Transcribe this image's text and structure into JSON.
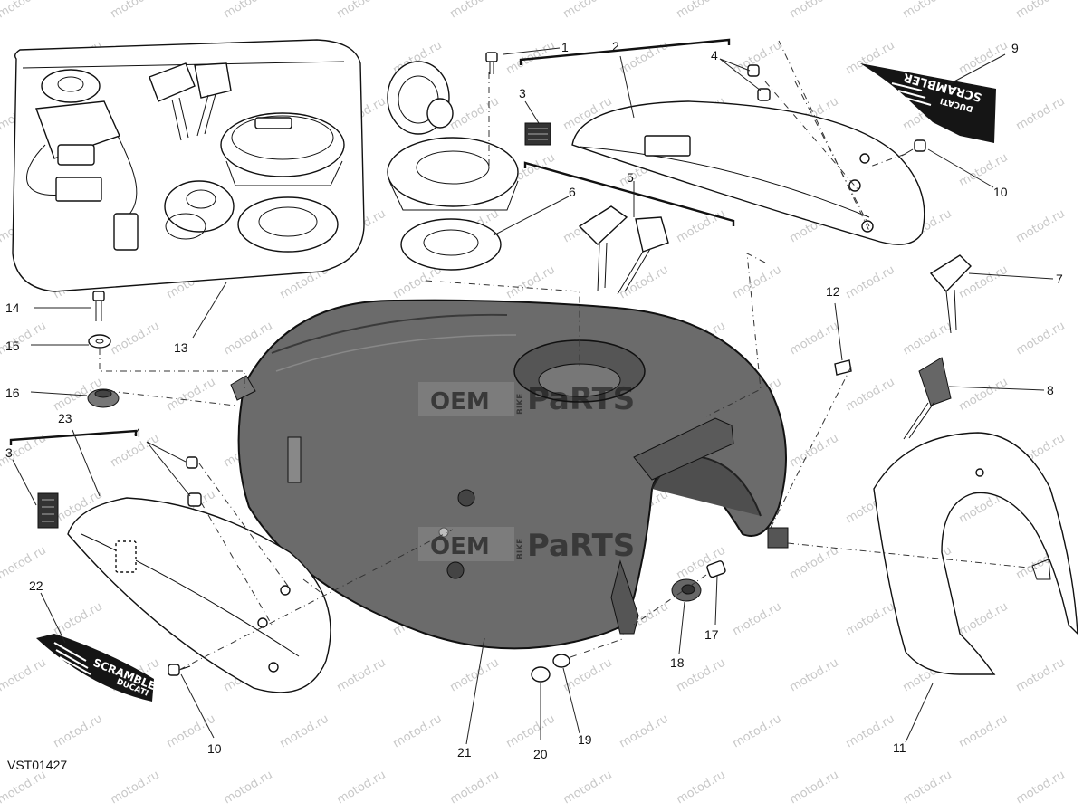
{
  "drawing_code": "VST01427",
  "watermark": {
    "text": "motod.ru",
    "stamp_left": "OEM",
    "stamp_vertical": "BIKE",
    "stamp_right": "PaRTS"
  },
  "decal_text": {
    "model": "SCRAMBLER",
    "brand": "DUCATI"
  },
  "callouts": {
    "c1": "1",
    "c2": "2",
    "c3a": "3",
    "c3b": "3",
    "c4a": "4",
    "c4b": "4",
    "c5": "5",
    "c6": "6",
    "c7": "7",
    "c8": "8",
    "c9": "9",
    "c10a": "10",
    "c10b": "10",
    "c11": "11",
    "c12": "12",
    "c13": "13",
    "c14": "14",
    "c15": "15",
    "c16": "16",
    "c17": "17",
    "c18": "18",
    "c19": "19",
    "c20": "20",
    "c21": "21",
    "c22": "22",
    "c23": "23"
  },
  "colors": {
    "tank": "#6b6b6b",
    "tank_dark": "#4e4e4e",
    "decal": "#151515",
    "watermark": "#c8c8c8"
  }
}
